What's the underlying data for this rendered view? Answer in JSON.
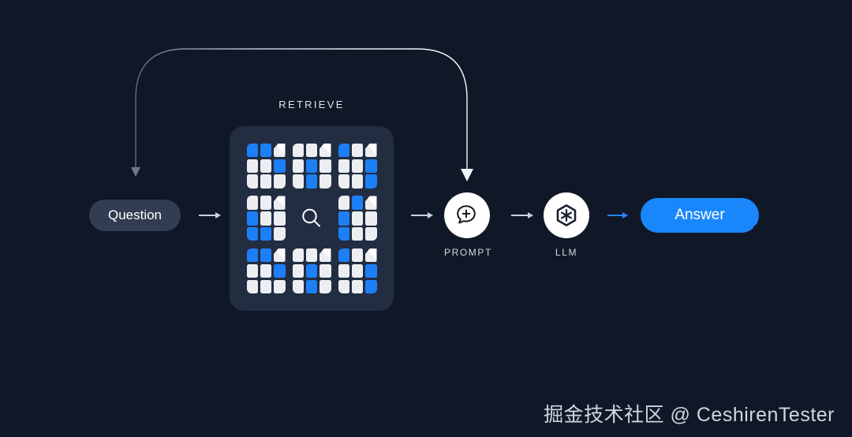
{
  "diagram": {
    "title": "RAG retrieval-augmented generation flow",
    "background_color": "#101827",
    "accent_blue": "#1d7ff5",
    "answer_blue": "#1a86fb",
    "panel_color": "#222d42",
    "bubble_gray": "#323d52"
  },
  "retrieve": {
    "label": "RETRIEVE",
    "search_icon": "magnifier-icon",
    "documents": [
      {
        "id": "doc-1",
        "cells": [
          "b",
          "b",
          "corner",
          "w",
          "w",
          "b",
          "w",
          "w",
          "w"
        ]
      },
      {
        "id": "doc-2",
        "cells": [
          "w",
          "w",
          "corner",
          "w",
          "b",
          "w",
          "w",
          "b",
          "w"
        ]
      },
      {
        "id": "doc-3",
        "cells": [
          "b",
          "w",
          "corner",
          "w",
          "w",
          "b",
          "w",
          "w",
          "b"
        ]
      },
      {
        "id": "doc-4",
        "cells": [
          "w",
          "w",
          "corner",
          "b",
          "w",
          "w",
          "b",
          "b",
          "w"
        ]
      },
      {
        "id": "doc-5",
        "cells": [
          "w",
          "b",
          "corner",
          "b",
          "w",
          "w",
          "b",
          "w",
          "w"
        ]
      },
      {
        "id": "doc-6",
        "cells": [
          "b",
          "b",
          "corner",
          "w",
          "w",
          "b",
          "w",
          "w",
          "w"
        ]
      },
      {
        "id": "doc-7",
        "cells": [
          "w",
          "w",
          "corner",
          "w",
          "b",
          "w",
          "w",
          "b",
          "w"
        ]
      },
      {
        "id": "doc-8",
        "cells": [
          "b",
          "w",
          "corner",
          "w",
          "w",
          "b",
          "w",
          "w",
          "b"
        ]
      }
    ]
  },
  "nodes": {
    "question": {
      "label": "Question",
      "icon": "speech-bubble-left"
    },
    "prompt": {
      "label": "PROMPT",
      "icon": "chat-plus-icon"
    },
    "llm": {
      "label": "LLM",
      "icon": "hexagon-cube-icon"
    },
    "answer": {
      "label": "Answer",
      "icon": "speech-bubble-right"
    }
  },
  "arrows": {
    "question_to_retrieve": "arrow-right",
    "retrieve_to_prompt": "arrow-right",
    "prompt_to_llm": "arrow-right",
    "llm_to_answer": "arrow-right-blue",
    "feedback_arc": "curved-double-arrow"
  },
  "watermark": {
    "text": "掘金技术社区 @ CeshirenTester"
  }
}
